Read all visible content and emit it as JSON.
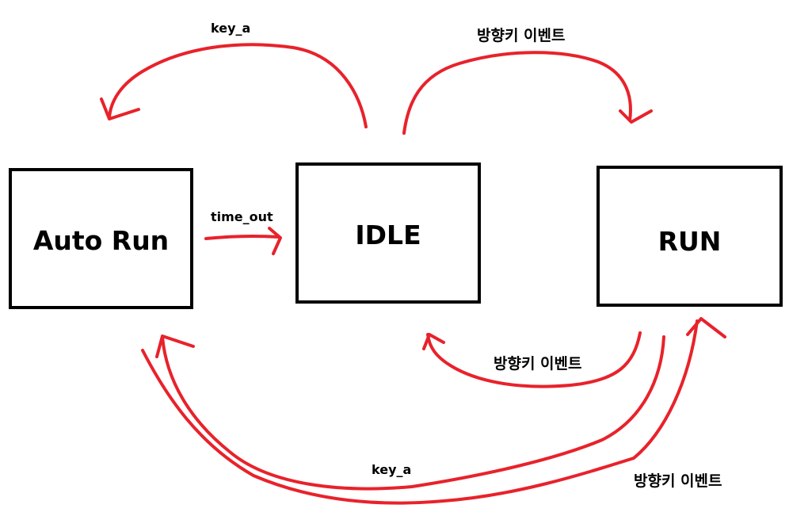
{
  "diagram": {
    "states": {
      "auto_run": "Auto Run",
      "idle": "IDLE",
      "run": "RUN"
    },
    "transitions": {
      "idle_to_auto_run": "key_a",
      "idle_to_run": "방향키 이벤트",
      "auto_run_to_idle": "time_out",
      "run_to_idle": "방향키 이벤트",
      "run_to_auto_run": "key_a",
      "auto_run_to_run": "방향키 이벤트"
    },
    "colors": {
      "arrow": "#e8222b",
      "box_border": "#000000",
      "background": "#ffffff"
    }
  }
}
